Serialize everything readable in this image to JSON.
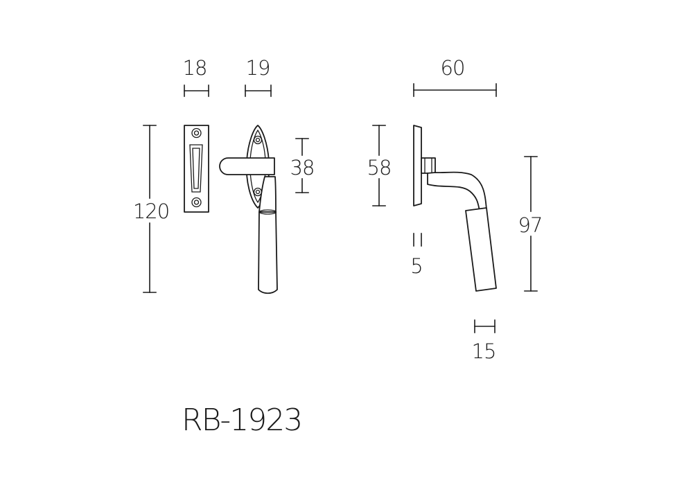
{
  "drawing": {
    "model": "RB-1923",
    "dimensions": {
      "plate_width": "18",
      "lever_width": "19",
      "overall_projection": "60",
      "total_height": "120",
      "rose_height": "38",
      "side_plate_height": "58",
      "plate_thickness": "5",
      "handle_length": "97",
      "grip_diameter": "15"
    }
  },
  "colors": {
    "line": "#1a1a1a",
    "background": "#ffffff"
  }
}
